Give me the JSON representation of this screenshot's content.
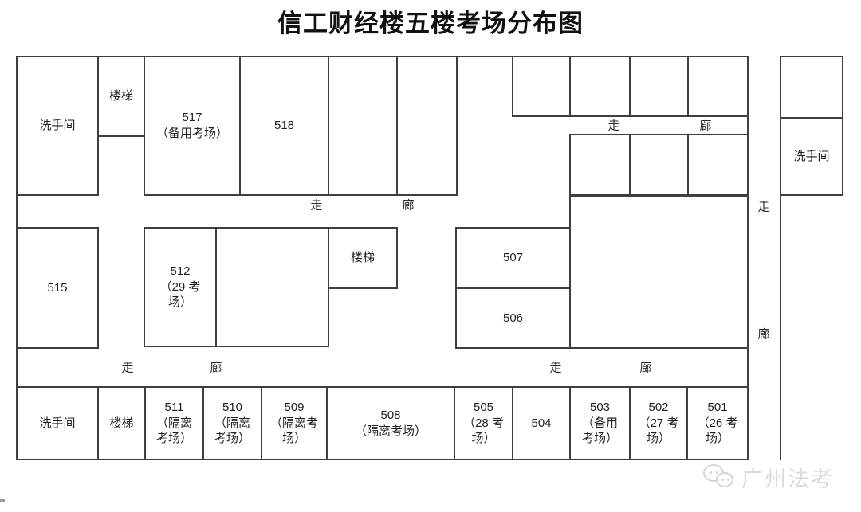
{
  "title": "信工财经楼五楼考场分布图",
  "corridor": {
    "zou": "走",
    "lang": "廊"
  },
  "rooms": {
    "washroom_tl": {
      "label": "洗手间"
    },
    "stairs_tl": {
      "label": "楼梯"
    },
    "r517": {
      "number": "517",
      "note": "（备用考场）"
    },
    "r518": {
      "number": "518"
    },
    "r515": {
      "number": "515"
    },
    "r512": {
      "number": "512",
      "note": "（29 考场）"
    },
    "stairs_mid": {
      "label": "楼梯"
    },
    "r507": {
      "number": "507"
    },
    "r506": {
      "number": "506"
    },
    "washroom_tr": {
      "label": "洗手间"
    },
    "washroom_b": {
      "label": "洗手间"
    },
    "stairs_b": {
      "label": "楼梯"
    },
    "r511": {
      "number": "511",
      "note": "（隔离考场）"
    },
    "r510": {
      "number": "510",
      "note": "（隔离考场）"
    },
    "r509": {
      "number": "509",
      "note": "（隔离考场）"
    },
    "r508": {
      "number": "508",
      "note": "（隔离考场）"
    },
    "r505": {
      "number": "505",
      "note": "（28 考场）"
    },
    "r504": {
      "number": "504"
    },
    "r503": {
      "number": "503",
      "note": "（备用考场）"
    },
    "r502": {
      "number": "502",
      "note": "（27 考场）"
    },
    "r501": {
      "number": "501",
      "note": "（26 考场）"
    }
  },
  "watermark": {
    "brand": "广州法考",
    "icon": "wechat-icon"
  },
  "colors": {
    "wall": "#3f3f3f",
    "text": "#1f1f1f",
    "watermark": "#d9d9d9",
    "background": "#ffffff"
  }
}
